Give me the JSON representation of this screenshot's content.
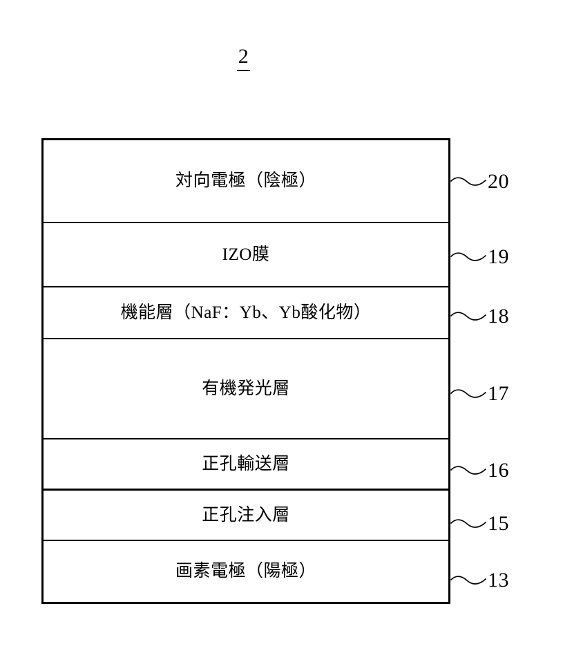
{
  "figure": {
    "number": "2"
  },
  "diagram": {
    "type": "layer-stack-cross-section",
    "layers": [
      {
        "label": "対向電極（陰極）",
        "ref": "20",
        "height": 120,
        "divider": "normal"
      },
      {
        "label": "IZO膜",
        "ref": "19",
        "height": 93,
        "divider": "normal"
      },
      {
        "label": "機能層（NaF：Yb、Yb酸化物）",
        "ref": "18",
        "height": 75,
        "divider": "normal"
      },
      {
        "label": "有機発光層",
        "ref": "17",
        "height": 145,
        "divider": "normal"
      },
      {
        "label": "正孔輸送層",
        "ref": "16",
        "height": 74,
        "divider": "thick"
      },
      {
        "label": "正孔注入層",
        "ref": "15",
        "height": 73,
        "divider": "normal"
      },
      {
        "label": "画素電極（陽極）",
        "ref": "13",
        "height": 88,
        "divider": "none"
      }
    ]
  },
  "colors": {
    "ink": "#000000",
    "paper": "#ffffff"
  }
}
